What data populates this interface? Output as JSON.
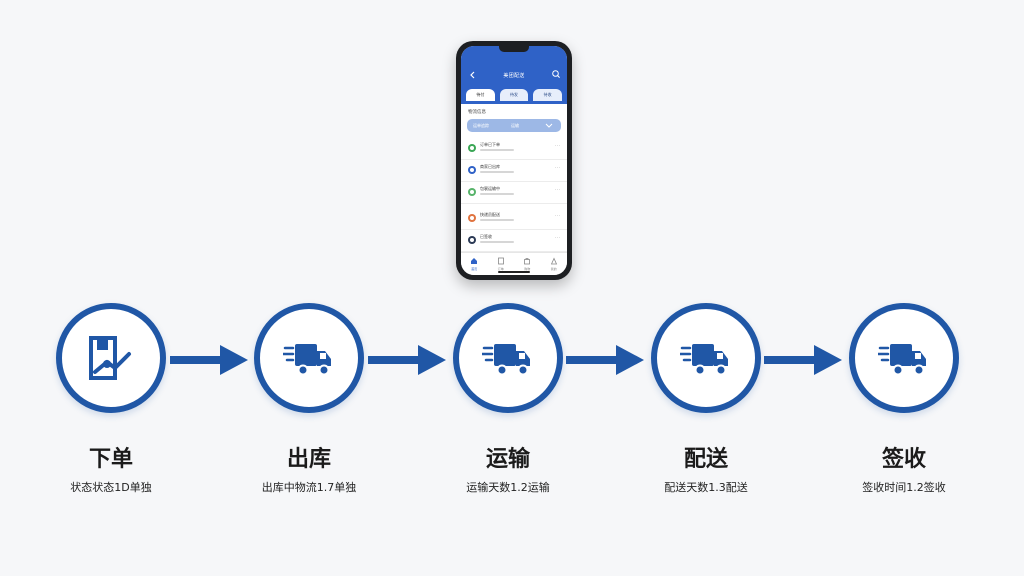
{
  "phone": {
    "app_title": "美团配送",
    "tabs": [
      "待付",
      "待发",
      "待收"
    ],
    "summary_label": "物流信息",
    "tracking": {
      "label": "运单追踪",
      "status": "运输"
    },
    "list_items": [
      {
        "label": "订单已下单",
        "color": "#3aa655"
      },
      {
        "label": "商家已出库",
        "color": "#2f62c7"
      },
      {
        "label": "包裹运输中",
        "color": "#57b36a"
      },
      {
        "label": "快递员配送",
        "color": "#e0733f"
      },
      {
        "label": "已签收",
        "color": "#2b3a55"
      }
    ],
    "nav": [
      "首页",
      "订单",
      "购物",
      "我的"
    ]
  },
  "colors": {
    "accent": "#2057a6"
  },
  "steps": [
    {
      "title": "下单",
      "desc": "状态状态1D单独",
      "icon": "order-box-icon"
    },
    {
      "title": "出库",
      "desc": "出库中物流1.7单独",
      "icon": "delivery-truck-icon"
    },
    {
      "title": "运输",
      "desc": "运输天数1.2运输",
      "icon": "delivery-truck-icon"
    },
    {
      "title": "配送",
      "desc": "配送天数1.3配送",
      "icon": "delivery-truck-icon"
    },
    {
      "title": "签收",
      "desc": "签收时间1.2签收",
      "icon": "delivery-truck-icon"
    }
  ]
}
